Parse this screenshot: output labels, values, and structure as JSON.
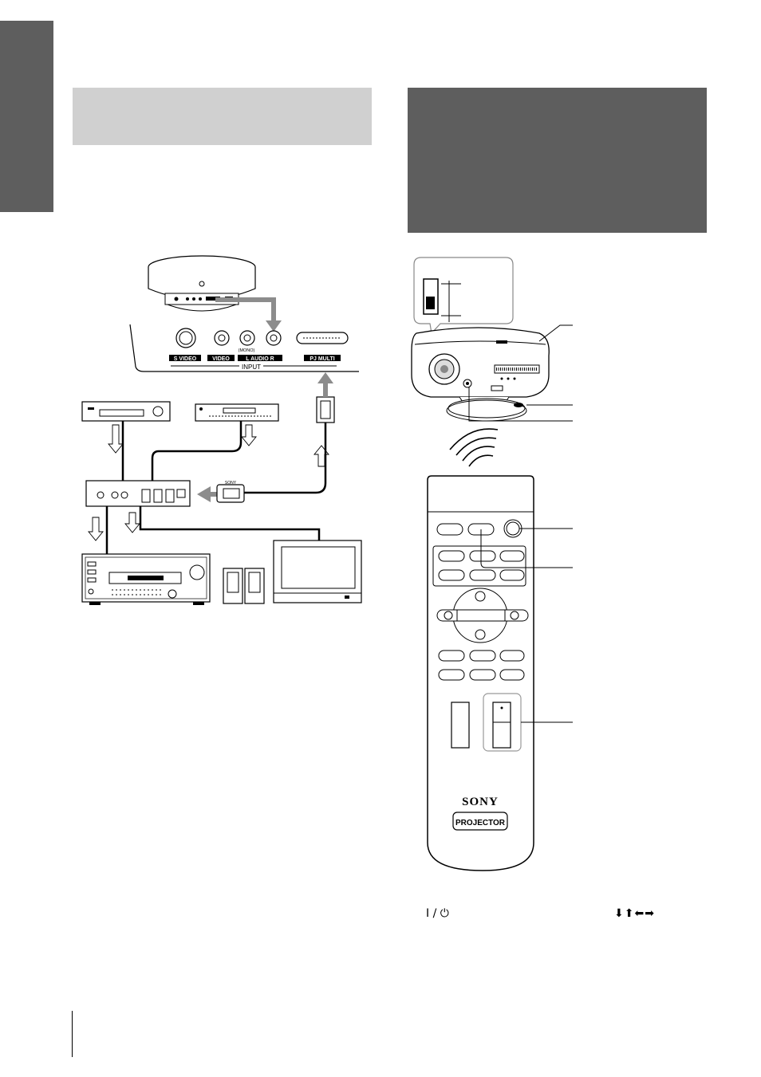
{
  "connection_diagram": {
    "jacks": {
      "s_video": "S VIDEO",
      "video": "VIDEO",
      "audio": "L  AUDIO  R",
      "mono": "(MONO)",
      "pj_multi": "PJ MULTI",
      "input": "INPUT"
    },
    "cable_brand": "SONY"
  },
  "remote": {
    "brand": "SONY",
    "model_badge": "PROJECTOR"
  },
  "bottom_symbols": {
    "power": "I / ⏻",
    "arrows": "⬇⬆⬅➡"
  }
}
